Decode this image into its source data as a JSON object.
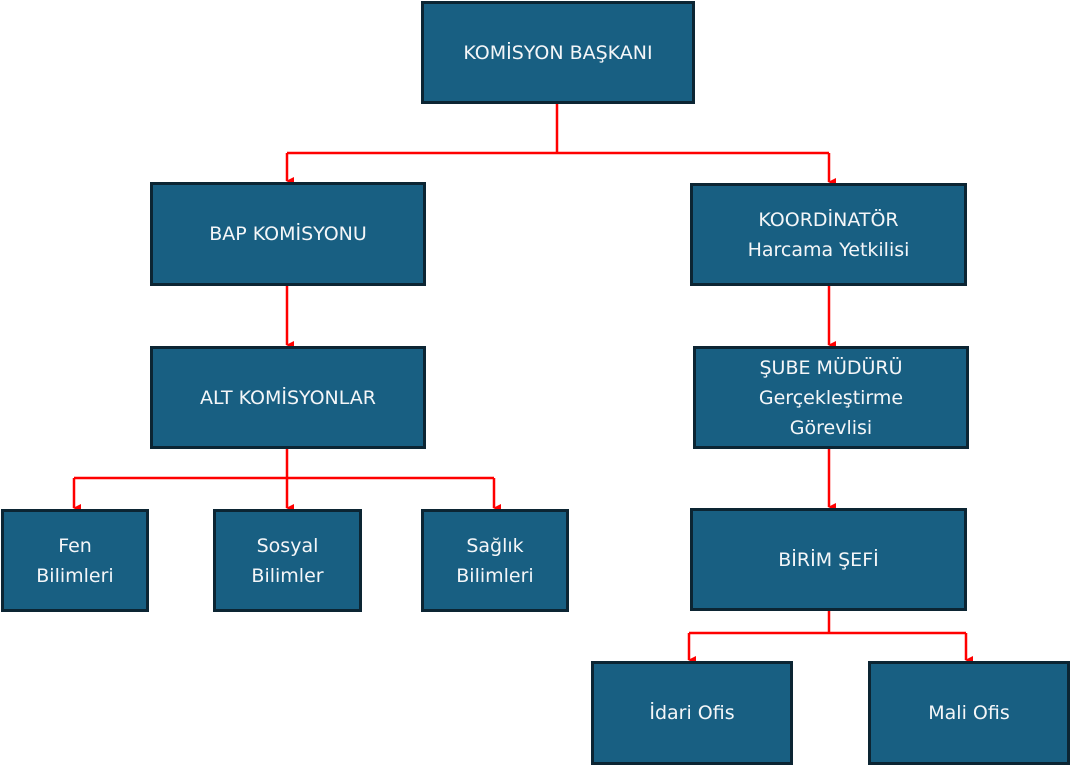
{
  "colors": {
    "box_fill": "#185f82",
    "box_border": "#0c2533",
    "connector": "#ff0000",
    "text": "#f4f6f8"
  },
  "nodes": {
    "baskan": [
      "KOMİSYON BAŞKANI"
    ],
    "bap": [
      "BAP KOMİSYONU"
    ],
    "koordinator": [
      "KOORDİNATÖR",
      "Harcama Yetkilisi"
    ],
    "alt": [
      "ALT KOMİSYONLAR"
    ],
    "sube": [
      "ŞUBE MÜDÜRÜ",
      "Gerçekleştirme",
      "Görevlisi"
    ],
    "fen": [
      "Fen",
      "Bilimleri"
    ],
    "sosyal": [
      "Sosyal",
      "Bilimler"
    ],
    "saglik": [
      "Sağlık",
      "Bilimleri"
    ],
    "birim": [
      "BİRİM ŞEFİ"
    ],
    "idari": [
      "İdari Ofis"
    ],
    "mali": [
      "Mali Ofis"
    ]
  }
}
